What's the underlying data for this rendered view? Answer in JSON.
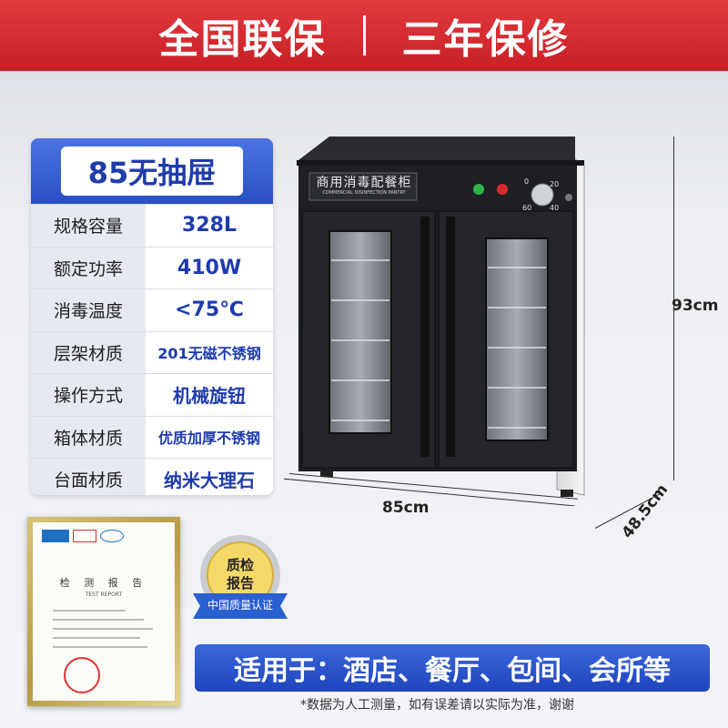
{
  "banner": {
    "left": "全国联保",
    "right": "三年保修"
  },
  "spec": {
    "header": "85无抽屉",
    "rows": [
      {
        "key": "规格容量",
        "value": "328L"
      },
      {
        "key": "额定功率",
        "value": "410W"
      },
      {
        "key": "消毒温度",
        "value": "<75℃"
      },
      {
        "key": "层架材质",
        "value": "201无磁不锈钢"
      },
      {
        "key": "操作方式",
        "value": "机械旋钮"
      },
      {
        "key": "箱体材质",
        "value": "优质加厚不锈钢"
      },
      {
        "key": "台面材质",
        "value": "纳米大理石"
      }
    ]
  },
  "cabinet": {
    "label_cn": "商用消毒配餐柜",
    "label_en": "COMMERCIAL DISINFECTION PANTRY",
    "knob_marks": [
      "0",
      "20",
      "40",
      "60"
    ]
  },
  "dimensions": {
    "height": "93cm",
    "width": "85cm",
    "depth": "48.5cm"
  },
  "certificate": {
    "title": "检 测 报 告",
    "subtitle": "TEST REPORT"
  },
  "badge": {
    "line1": "质检",
    "line2": "报告",
    "ribbon": "中国质量认证"
  },
  "bottom": {
    "headline": "适用于：酒店、餐厅、包间、会所等",
    "note": "*数据为人工测量，如有误差请以实际为准，谢谢"
  },
  "colors": {
    "red": "#d62a30",
    "blue": "#2a4fc4",
    "cabinet_black": "#1b1d21"
  }
}
